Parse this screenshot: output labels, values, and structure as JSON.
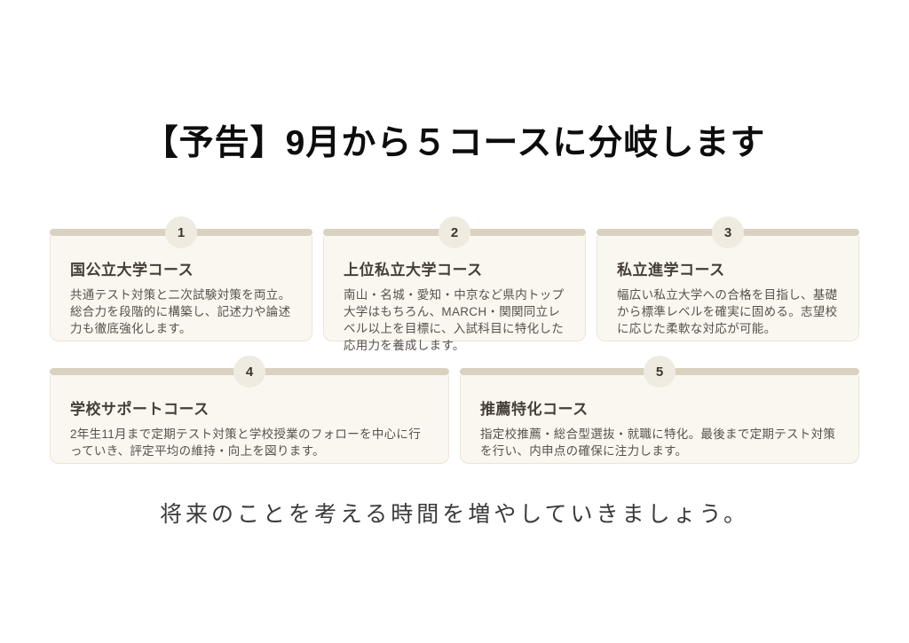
{
  "slide": {
    "title": "【予告】9月から５コースに分岐します",
    "footer": "将来のことを考える時間を増やしていきましょう。"
  },
  "colors": {
    "page_background": "#ffffff",
    "card_background": "#faf7f1",
    "card_border": "#ece4d6",
    "accent_bar": "#d9d2c0",
    "number_badge_background": "#f0ebe1",
    "title_text": "#0d0d0d",
    "card_title_text": "#453f36",
    "card_body_text": "#57524a",
    "footer_text": "#3a3a3a"
  },
  "courses": [
    {
      "number": "1",
      "name": "国公立大学コース",
      "description": "共通テスト対策と二次試験対策を両立。\n総合力を段階的に構築し、記述力や論述力も徹底強化します。"
    },
    {
      "number": "2",
      "name": "上位私立大学コース",
      "description": "南山・名城・愛知・中京など県内トップ大学はもちろん、MARCH・関関同立レベル以上を目標に、入試科目に特化した応用力を養成します。"
    },
    {
      "number": "3",
      "name": "私立進学コース",
      "description": "幅広い私立大学への合格を目指し、基礎から標準レベルを確実に固める。志望校に応じた柔軟な対応が可能。"
    },
    {
      "number": "4",
      "name": "学校サポートコース",
      "description": "2年生11月まで定期テスト対策と学校授業のフォローを中心に行っていき、評定平均の維持・向上を図ります。"
    },
    {
      "number": "5",
      "name": "推薦特化コース",
      "description": "指定校推薦・総合型選抜・就職に特化。最後まで定期テスト対策を行い、内申点の確保に注力します。"
    }
  ]
}
